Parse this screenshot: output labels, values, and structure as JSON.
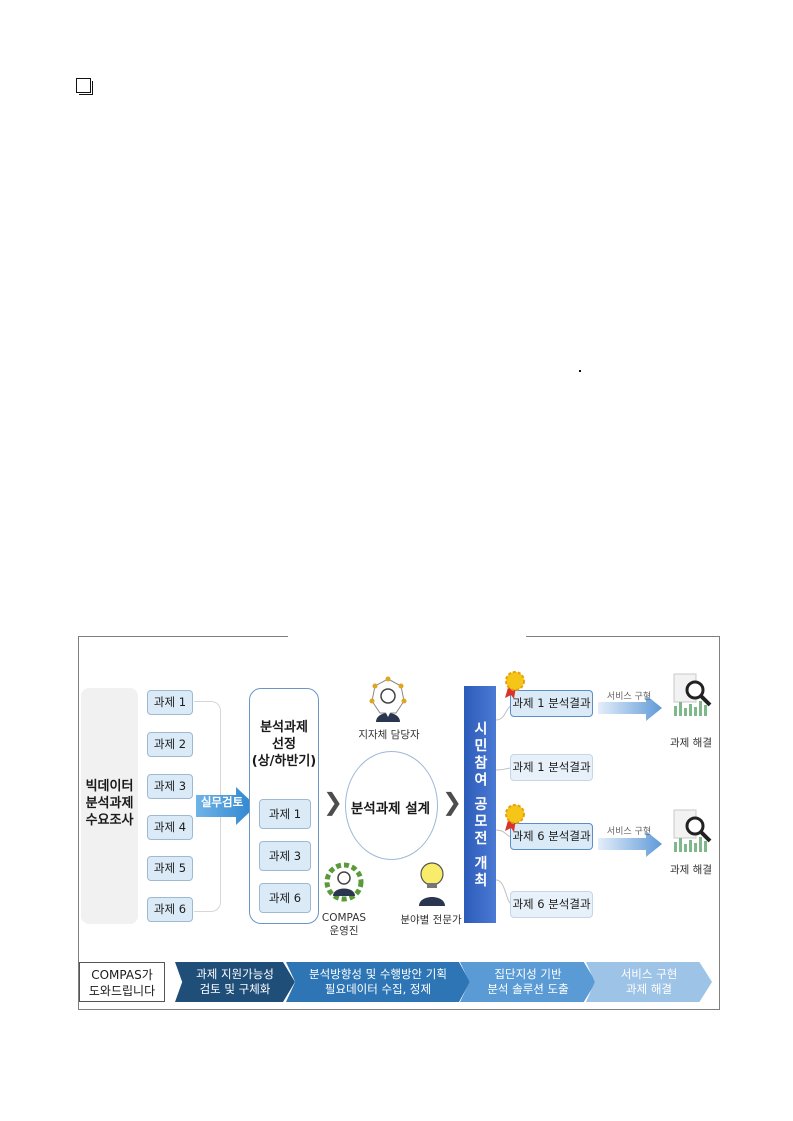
{
  "diagram": {
    "left_label": "빅데이터 분석과제 수요조사",
    "tasks": [
      "과제 1",
      "과제 2",
      "과제 3",
      "과제 4",
      "과제 5",
      "과제 6"
    ],
    "review_label": "실무검토",
    "select_title_1": "분석과제",
    "select_title_2": "선정",
    "select_title_3": "(상/하반기)",
    "selected_tasks": [
      "과제 1",
      "과제 3",
      "과제 6"
    ],
    "design_label": "분석과제 설계",
    "local_officer": "지자체 담당자",
    "compas_staff_1": "COMPAS",
    "compas_staff_2": "운영진",
    "field_expert": "분야별 전문가",
    "contest_label": "시민참여 공모전 개최",
    "results": [
      "과제 1 분석결과",
      "과제 1 분석결과",
      "과제 6 분석결과",
      "과제 6 분석결과"
    ],
    "service_label": "서비스 구현",
    "solve_label": "과제 해결"
  },
  "bottom_bar": {
    "compas_line_1": "COMPAS가",
    "compas_line_2": "도와드립니다",
    "steps": [
      {
        "line1": "과제 지원가능성",
        "line2": "검토 및 구체화",
        "color": "#1f4e79"
      },
      {
        "line1": "분석방향성 및 수행방안 기획",
        "line2": "필요데이터 수집, 정제",
        "color": "#2e75b6"
      },
      {
        "line1": "집단지성 기반",
        "line2": "분석 솔루션 도출",
        "color": "#5b9bd5"
      },
      {
        "line1": "서비스 구현",
        "line2": "과제 해결",
        "color": "#9dc3e6"
      }
    ]
  }
}
